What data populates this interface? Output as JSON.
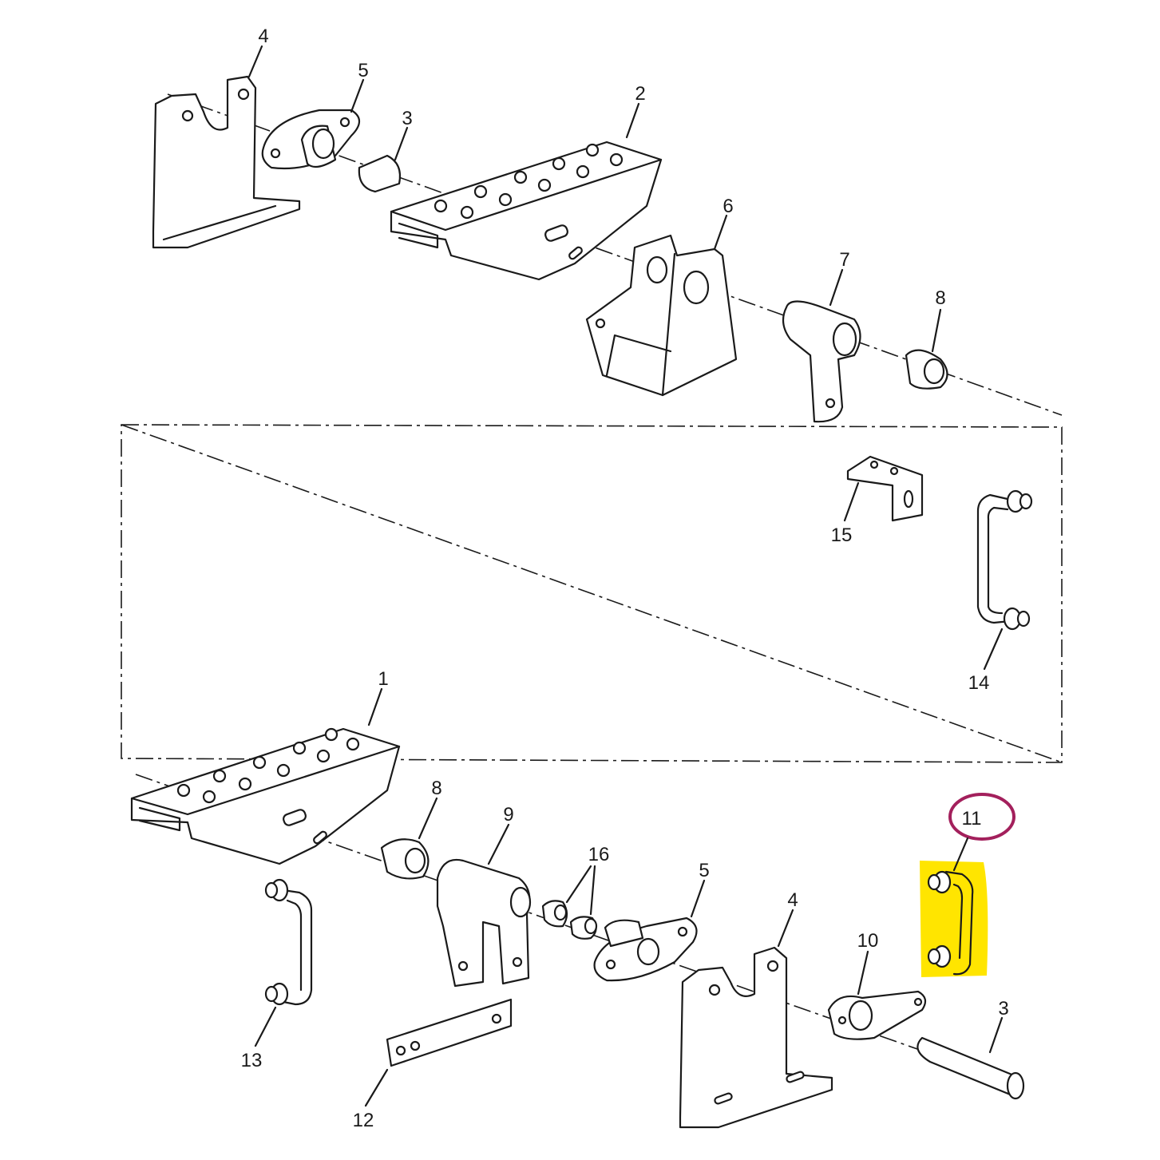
{
  "diagram": {
    "title": "Exploded parts diagram",
    "callouts": [
      {
        "id": "c4a",
        "text": "4"
      },
      {
        "id": "c5a",
        "text": "5"
      },
      {
        "id": "c3a",
        "text": "3"
      },
      {
        "id": "c2",
        "text": "2"
      },
      {
        "id": "c6",
        "text": "6"
      },
      {
        "id": "c7",
        "text": "7"
      },
      {
        "id": "c8a",
        "text": "8"
      },
      {
        "id": "c15",
        "text": "15"
      },
      {
        "id": "c14",
        "text": "14"
      },
      {
        "id": "c1",
        "text": "1"
      },
      {
        "id": "c8b",
        "text": "8"
      },
      {
        "id": "c9",
        "text": "9"
      },
      {
        "id": "c16",
        "text": "16"
      },
      {
        "id": "c5b",
        "text": "5"
      },
      {
        "id": "c4b",
        "text": "4"
      },
      {
        "id": "c10",
        "text": "10"
      },
      {
        "id": "c11",
        "text": "11"
      },
      {
        "id": "c3b",
        "text": "3"
      },
      {
        "id": "c13",
        "text": "13"
      },
      {
        "id": "c12",
        "text": "12"
      }
    ],
    "highlight": {
      "part": "11",
      "color": "#ffe500",
      "circle_color": "#a3205c"
    }
  }
}
